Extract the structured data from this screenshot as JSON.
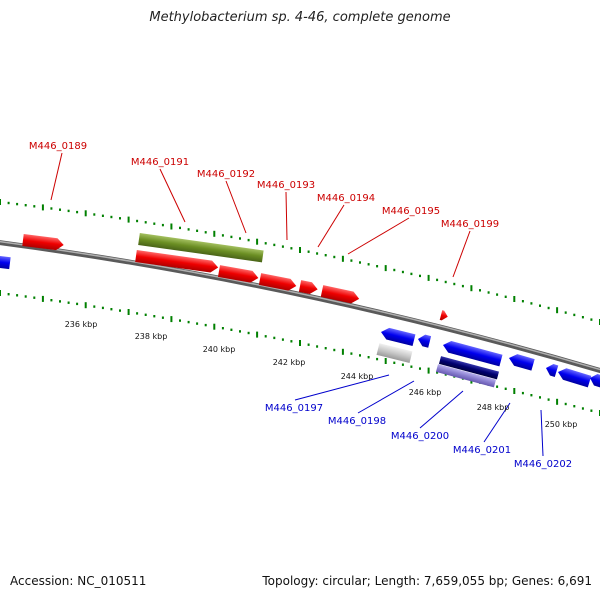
{
  "title": "Methylobacterium sp. 4-46, complete genome",
  "footer": {
    "accession": "Accession: NC_010511",
    "summary": "Topology: circular; Length: 7,659,055 bp; Genes: 6,691"
  },
  "colors": {
    "forward_gene": "#ff0000",
    "reverse_gene": "#0000ff",
    "rna_feature": "#6b8e23",
    "pseudo_feature": "#c0c0c0",
    "dark_feature": "#000080",
    "light_feature": "#8a7fd0",
    "forward_label": "#cc0000",
    "reverse_label": "#0000cc",
    "tick_mark": "#008000",
    "backbone": "#808080"
  },
  "scale_labels": [
    "236 kbp",
    "238 kbp",
    "240 kbp",
    "242 kbp",
    "244 kbp",
    "246 kbp",
    "248 kbp",
    "250 kbp"
  ],
  "forward_labels": [
    "M446_0189",
    "M446_0191",
    "M446_0192",
    "M446_0193",
    "M446_0194",
    "M446_0195",
    "M446_0199"
  ],
  "reverse_labels": [
    "M446_0197",
    "M446_0198",
    "M446_0200",
    "M446_0201",
    "M446_0202"
  ]
}
